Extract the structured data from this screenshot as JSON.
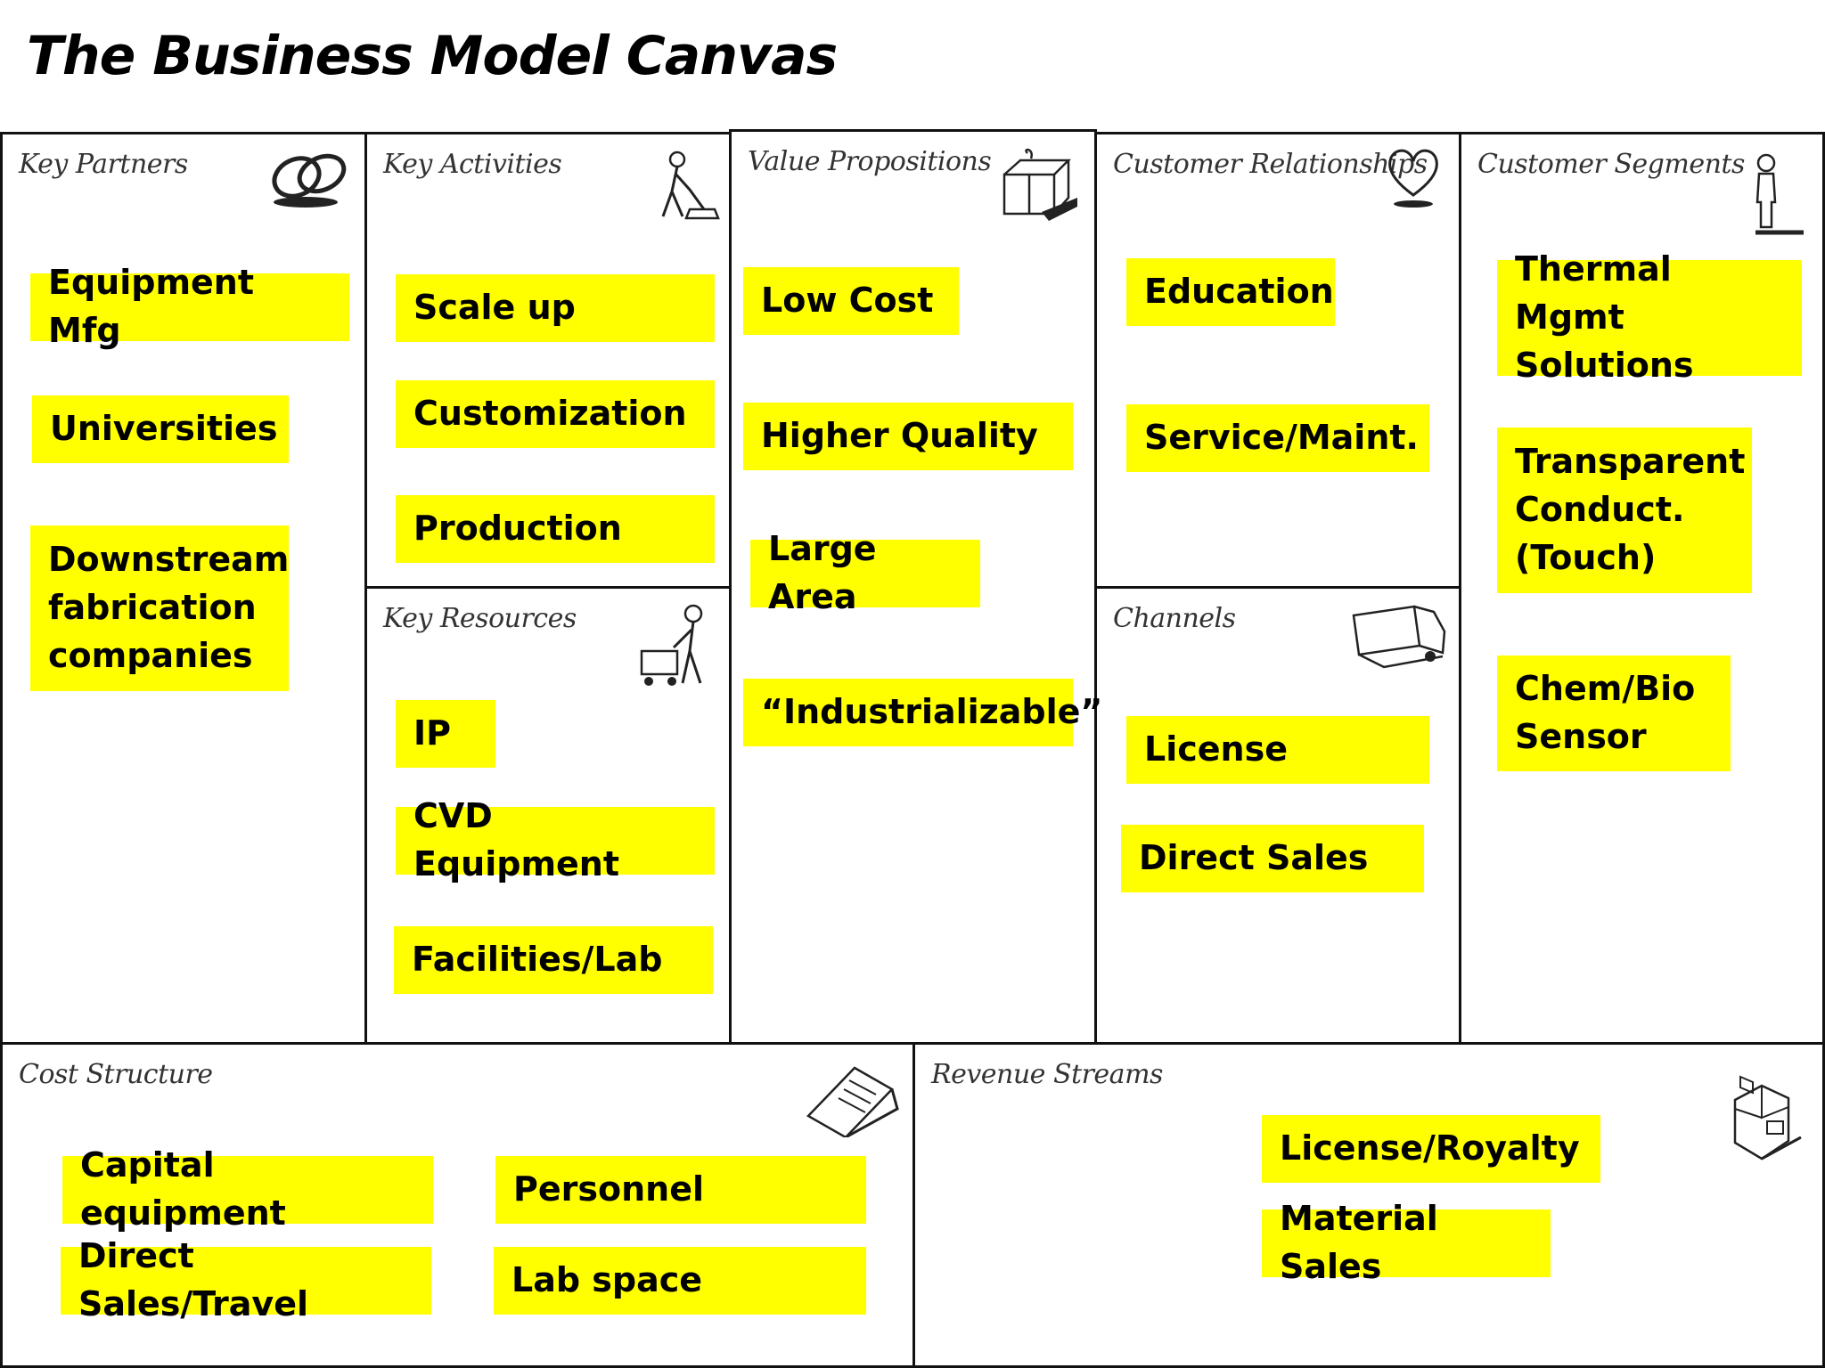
{
  "title": "The Business Model Canvas",
  "colors": {
    "note": "#ffff00",
    "border": "#111111"
  },
  "blocks": {
    "key_partners": {
      "label": "Key Partners",
      "icon": "chain-links-icon",
      "notes": [
        "Equipment Mfg",
        "Universities",
        "Downstream\nfabrication\ncompanies"
      ]
    },
    "key_activities": {
      "label": "Key Activities",
      "icon": "worker-icon",
      "notes": [
        "Scale up",
        "Customization",
        "Production"
      ]
    },
    "key_resources": {
      "label": "Key Resources",
      "icon": "worker-cart-icon",
      "notes": [
        "IP",
        "CVD Equipment",
        "Facilities/Lab"
      ]
    },
    "value_propositions": {
      "label": "Value Propositions",
      "icon": "gift-icon",
      "notes": [
        "Low Cost",
        "Higher Quality",
        "Large Area",
        "“Industrializable”"
      ]
    },
    "customer_relationships": {
      "label": "Customer Relationships",
      "icon": "heart-icon",
      "notes": [
        "Education",
        "Service/Maint."
      ]
    },
    "channels": {
      "label": "Channels",
      "icon": "truck-icon",
      "notes": [
        "License",
        "Direct Sales"
      ]
    },
    "customer_segments": {
      "label": "Customer Segments",
      "icon": "person-icon",
      "notes": [
        "Thermal Mgmt\nSolutions",
        "Transparent\nConduct.\n(Touch)",
        "Chem/Bio\nSensor"
      ]
    },
    "cost_structure": {
      "label": "Cost Structure",
      "icon": "receipt-icon",
      "notes": [
        "Capital equipment",
        "Personnel",
        "Direct Sales/Travel",
        "Lab space"
      ]
    },
    "revenue_streams": {
      "label": "Revenue Streams",
      "icon": "cash-register-icon",
      "notes": [
        "License/Royalty",
        "Material Sales"
      ]
    }
  }
}
